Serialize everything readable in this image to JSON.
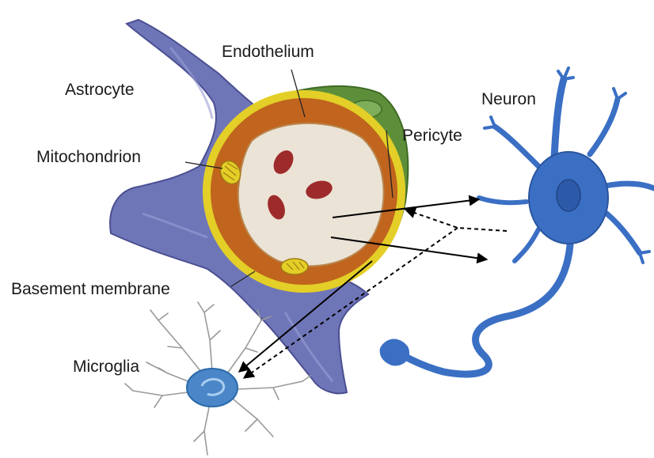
{
  "labels": {
    "endothelium": "Endothelium",
    "astrocyte": "Astrocyte",
    "neuron": "Neuron",
    "pericyte": "Pericyte",
    "mitochondrion": "Mitochondrion",
    "basement_membrane": "Basement membrane",
    "microglia": "Microglia"
  },
  "colors": {
    "astrocyte": "#6f76b8",
    "neuron": "#3a6fc4",
    "pericyte": "#5d8f3a",
    "basement_membrane": "#e3cf27",
    "endothelium": "#c0641e",
    "lumen": "#ebe3d6",
    "red_blood_cell": "#9e2b2b",
    "microglia": "#4a86c8"
  }
}
